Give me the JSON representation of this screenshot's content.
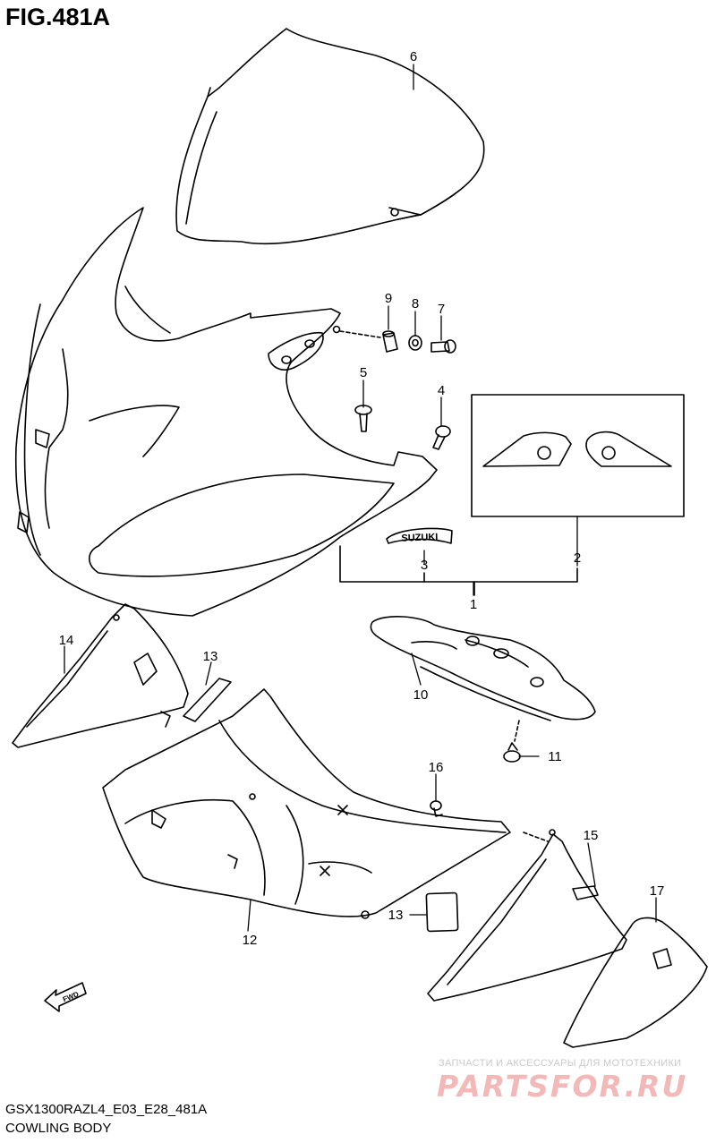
{
  "figure": {
    "title": "FIG.481A",
    "model_code": "GSX1300RAZL4_E03_E28_481A",
    "section_name": "COWLING BODY"
  },
  "callouts": [
    {
      "id": "c1",
      "label": "1"
    },
    {
      "id": "c2",
      "label": "2"
    },
    {
      "id": "c3",
      "label": "3"
    },
    {
      "id": "c4",
      "label": "4"
    },
    {
      "id": "c5",
      "label": "5"
    },
    {
      "id": "c6",
      "label": "6"
    },
    {
      "id": "c7",
      "label": "7"
    },
    {
      "id": "c8",
      "label": "8"
    },
    {
      "id": "c9",
      "label": "9"
    },
    {
      "id": "c10",
      "label": "10"
    },
    {
      "id": "c11",
      "label": "11"
    },
    {
      "id": "c12",
      "label": "12"
    },
    {
      "id": "c13a",
      "label": "13"
    },
    {
      "id": "c13b",
      "label": "13"
    },
    {
      "id": "c14",
      "label": "14"
    },
    {
      "id": "c15",
      "label": "15"
    },
    {
      "id": "c16",
      "label": "16"
    },
    {
      "id": "c17",
      "label": "17"
    }
  ],
  "emblem_text": "SUZUKI",
  "direction_arrow_label": "FWD",
  "watermark": {
    "tagline": "ЗАПЧАСТИ И АКСЕССУАРЫ ДЛЯ МОТОТЕХНИКИ",
    "logo": "PARTSFOR.RU"
  }
}
